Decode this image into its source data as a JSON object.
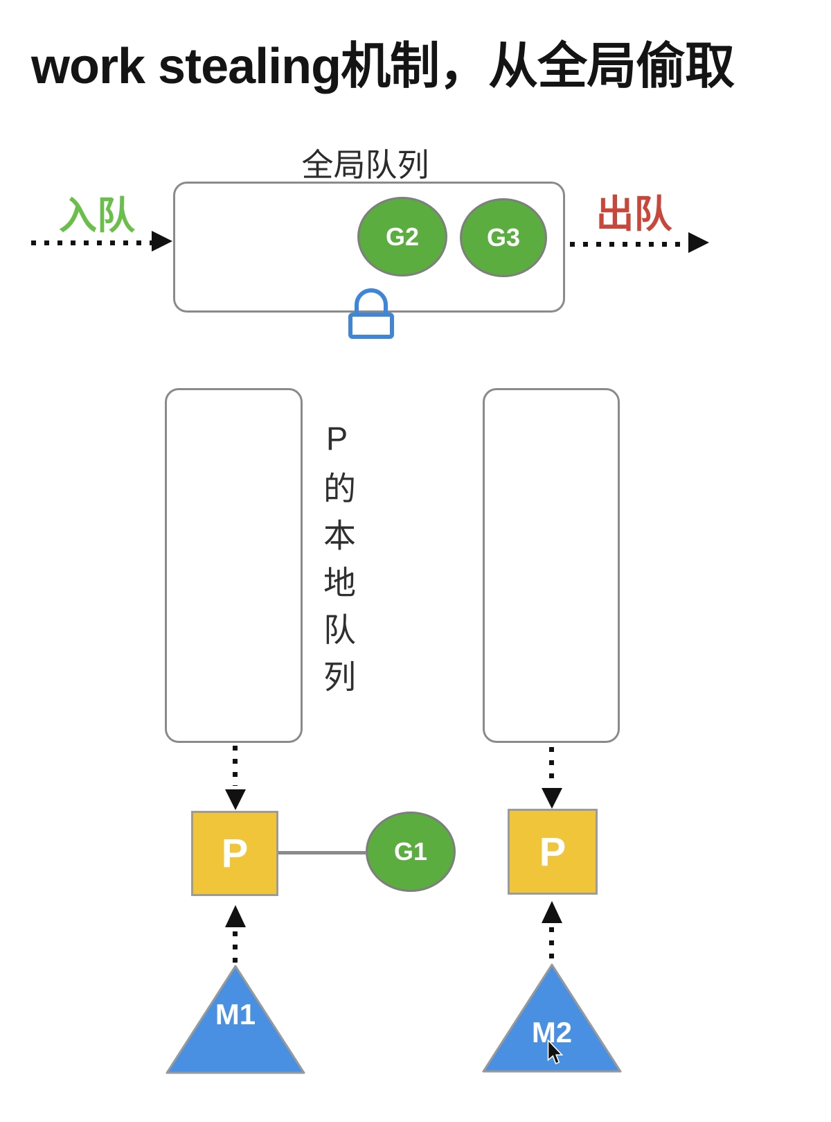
{
  "title": "work stealing机制，从全局偷取",
  "global_queue": {
    "label": "全局队列",
    "enqueue_label": "入队",
    "dequeue_label": "出队",
    "goroutines": [
      {
        "label": "G2"
      },
      {
        "label": "G3"
      }
    ],
    "lock_icon": "lock-icon"
  },
  "local_queue_caption": "P的本地队列",
  "processors": [
    {
      "label": "P"
    },
    {
      "label": "P"
    }
  ],
  "bound_goroutine": {
    "label": "G1"
  },
  "machines": [
    {
      "label": "M1"
    },
    {
      "label": "M2"
    }
  ],
  "colors": {
    "goroutine_green": "#5aad3e",
    "enqueue_green": "#6abf4b",
    "dequeue_red": "#c9463a",
    "processor_yellow": "#f0c53a",
    "machine_blue": "#4a90e2",
    "lock_blue": "#3e86d8",
    "border_gray": "#8a8a8a",
    "arrow_black": "#111111"
  }
}
